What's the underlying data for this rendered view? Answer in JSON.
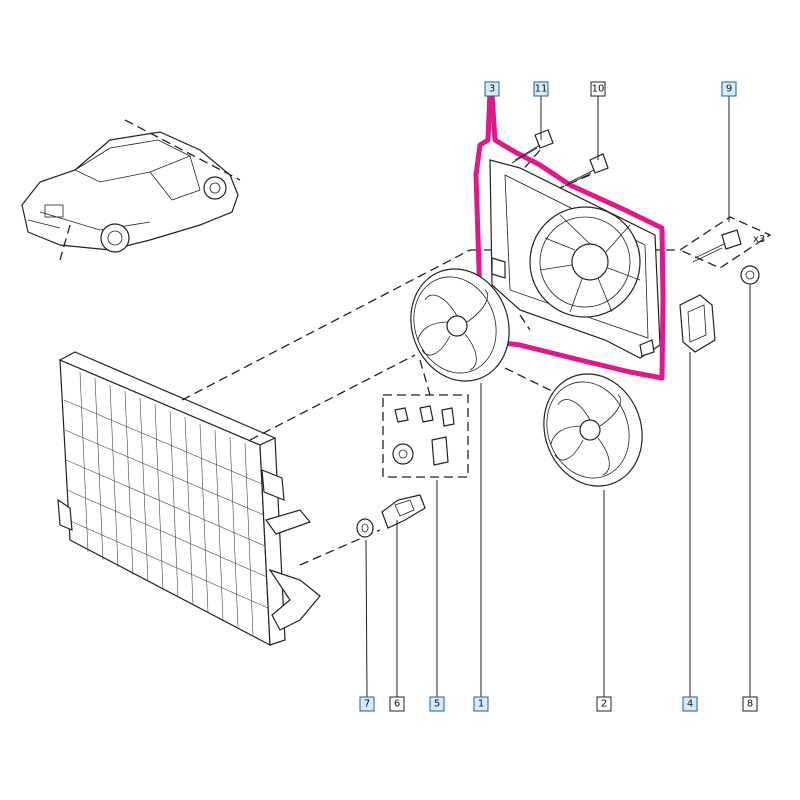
{
  "diagram": {
    "callouts": [
      {
        "id": "3",
        "label": "3",
        "highlighted": true
      },
      {
        "id": "11",
        "label": "11",
        "highlighted": true
      },
      {
        "id": "10",
        "label": "10",
        "highlighted": false
      },
      {
        "id": "9",
        "label": "9",
        "highlighted": true
      },
      {
        "id": "7",
        "label": "7",
        "highlighted": true
      },
      {
        "id": "6",
        "label": "6",
        "highlighted": false
      },
      {
        "id": "5",
        "label": "5",
        "highlighted": true
      },
      {
        "id": "1",
        "label": "1",
        "highlighted": true
      },
      {
        "id": "2",
        "label": "2",
        "highlighted": false
      },
      {
        "id": "4",
        "label": "4",
        "highlighted": true
      },
      {
        "id": "8",
        "label": "8",
        "highlighted": false
      }
    ],
    "quantity_note": "x3",
    "highlight_color": "#e0188a",
    "callout_highlight_color": "#d6ecf8"
  }
}
